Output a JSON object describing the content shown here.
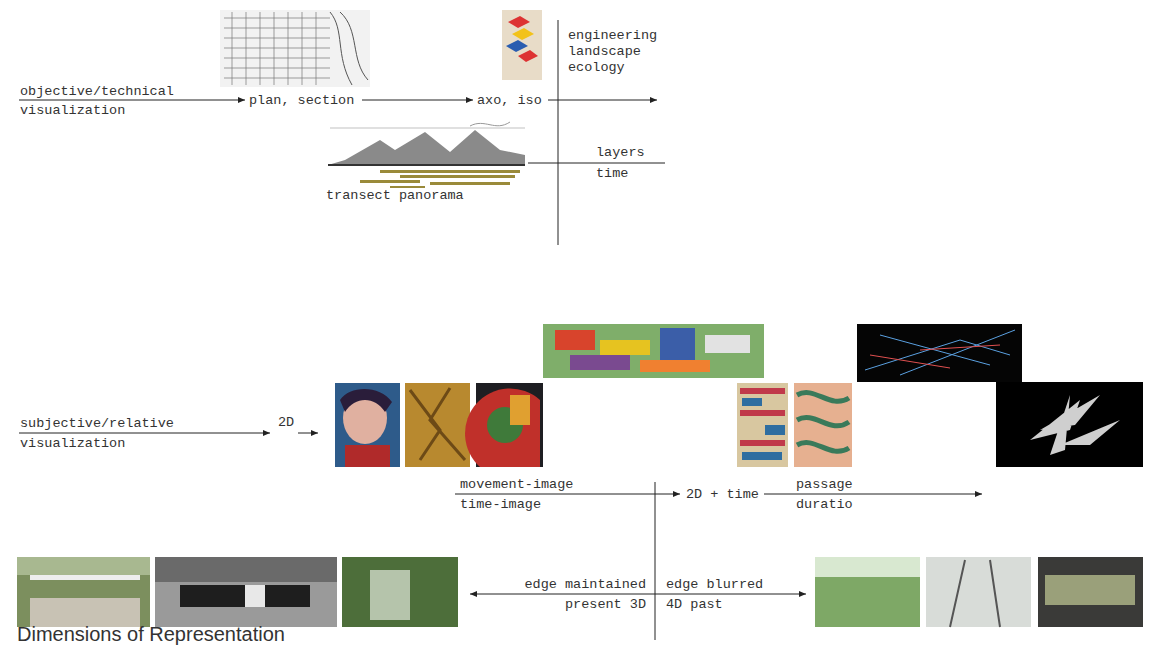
{
  "diagram": {
    "title": "Dimensions of Representation",
    "labels": [
      "objective/technical",
      "visualization",
      "plan, section",
      "axo, iso",
      "engineering",
      "landscape",
      "ecology",
      "transect panorama",
      "layers",
      "time",
      "subjective/relative",
      "visualization",
      "2D",
      "movement-image",
      "time-image",
      "2D + time",
      "passage",
      "duratio",
      "edge maintained",
      "edge blurred",
      "present 3D",
      "4D past"
    ]
  }
}
